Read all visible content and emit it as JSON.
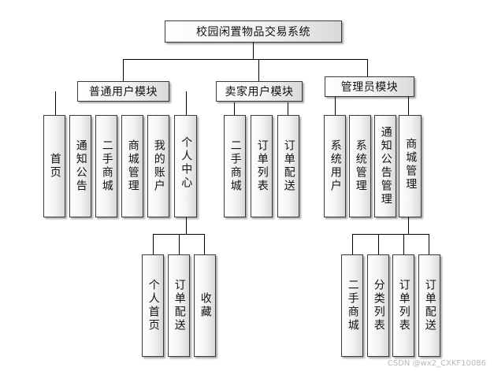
{
  "root": {
    "label": "校园闲置物品交易系统"
  },
  "modules": [
    {
      "label": "普通用户模块",
      "children": [
        {
          "label": "首页"
        },
        {
          "label": "通知公告"
        },
        {
          "label": "二手商城"
        },
        {
          "label": "商城管理"
        },
        {
          "label": "我的账户"
        },
        {
          "label": "个人中心"
        }
      ],
      "grandchildren": [
        {
          "label": "个人首页"
        },
        {
          "label": "订单配送"
        },
        {
          "label": "收藏"
        }
      ]
    },
    {
      "label": "卖家用户模块",
      "children": [
        {
          "label": "二手商城"
        },
        {
          "label": "订单列表"
        },
        {
          "label": "订单配送"
        }
      ]
    },
    {
      "label": "管理员模块",
      "children": [
        {
          "label": "系统用户"
        },
        {
          "label": "系统管理"
        },
        {
          "label": "通知公告管理"
        },
        {
          "label": "商城管理"
        }
      ],
      "grandchildren": [
        {
          "label": "二手商城"
        },
        {
          "label": "分类列表"
        },
        {
          "label": "订单列表"
        },
        {
          "label": "订单配送"
        }
      ]
    }
  ],
  "watermark": "CSDN @wx2_CXKF10086"
}
